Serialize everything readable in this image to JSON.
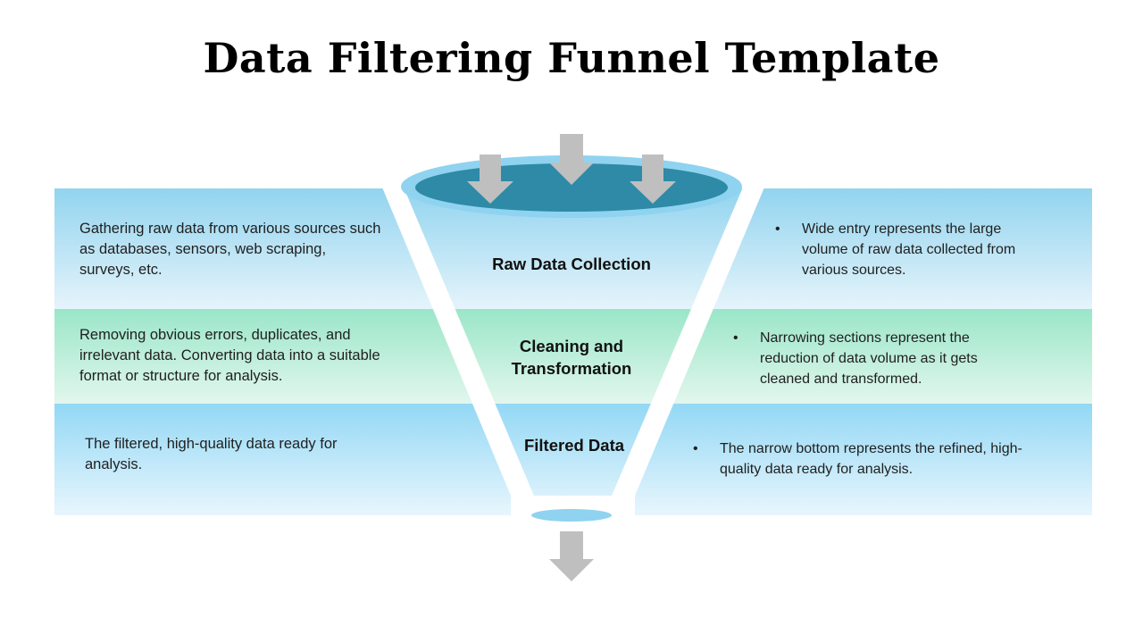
{
  "title": "Data Filtering Funnel Template",
  "colors": {
    "band_top_blue": "#92d4ef",
    "band_green": "#9ae6c8",
    "band_bottom_blue": "#93d8f5",
    "funnel_mouth": "#2e8aa6",
    "funnel_rim": "#8fd3f0",
    "arrow_gray": "#bfbfbf"
  },
  "icons": [
    "arrow-down-icon"
  ],
  "stages": [
    {
      "label": "Raw Data Collection",
      "description": "Gathering raw data from various sources such as databases, sensors, web scraping, surveys, etc.",
      "note": "Wide entry represents the large volume of raw data collected from various sources."
    },
    {
      "label": "Cleaning and Transformation",
      "description": "Removing obvious errors, duplicates, and irrelevant data. Converting data into a suitable format or structure for analysis.",
      "note": "Narrowing sections represent the reduction of data volume as it gets cleaned and transformed."
    },
    {
      "label": "Filtered Data",
      "description": "The filtered, high-quality data ready for analysis.",
      "note": "The narrow bottom represents the refined, high-quality data ready for analysis."
    }
  ]
}
